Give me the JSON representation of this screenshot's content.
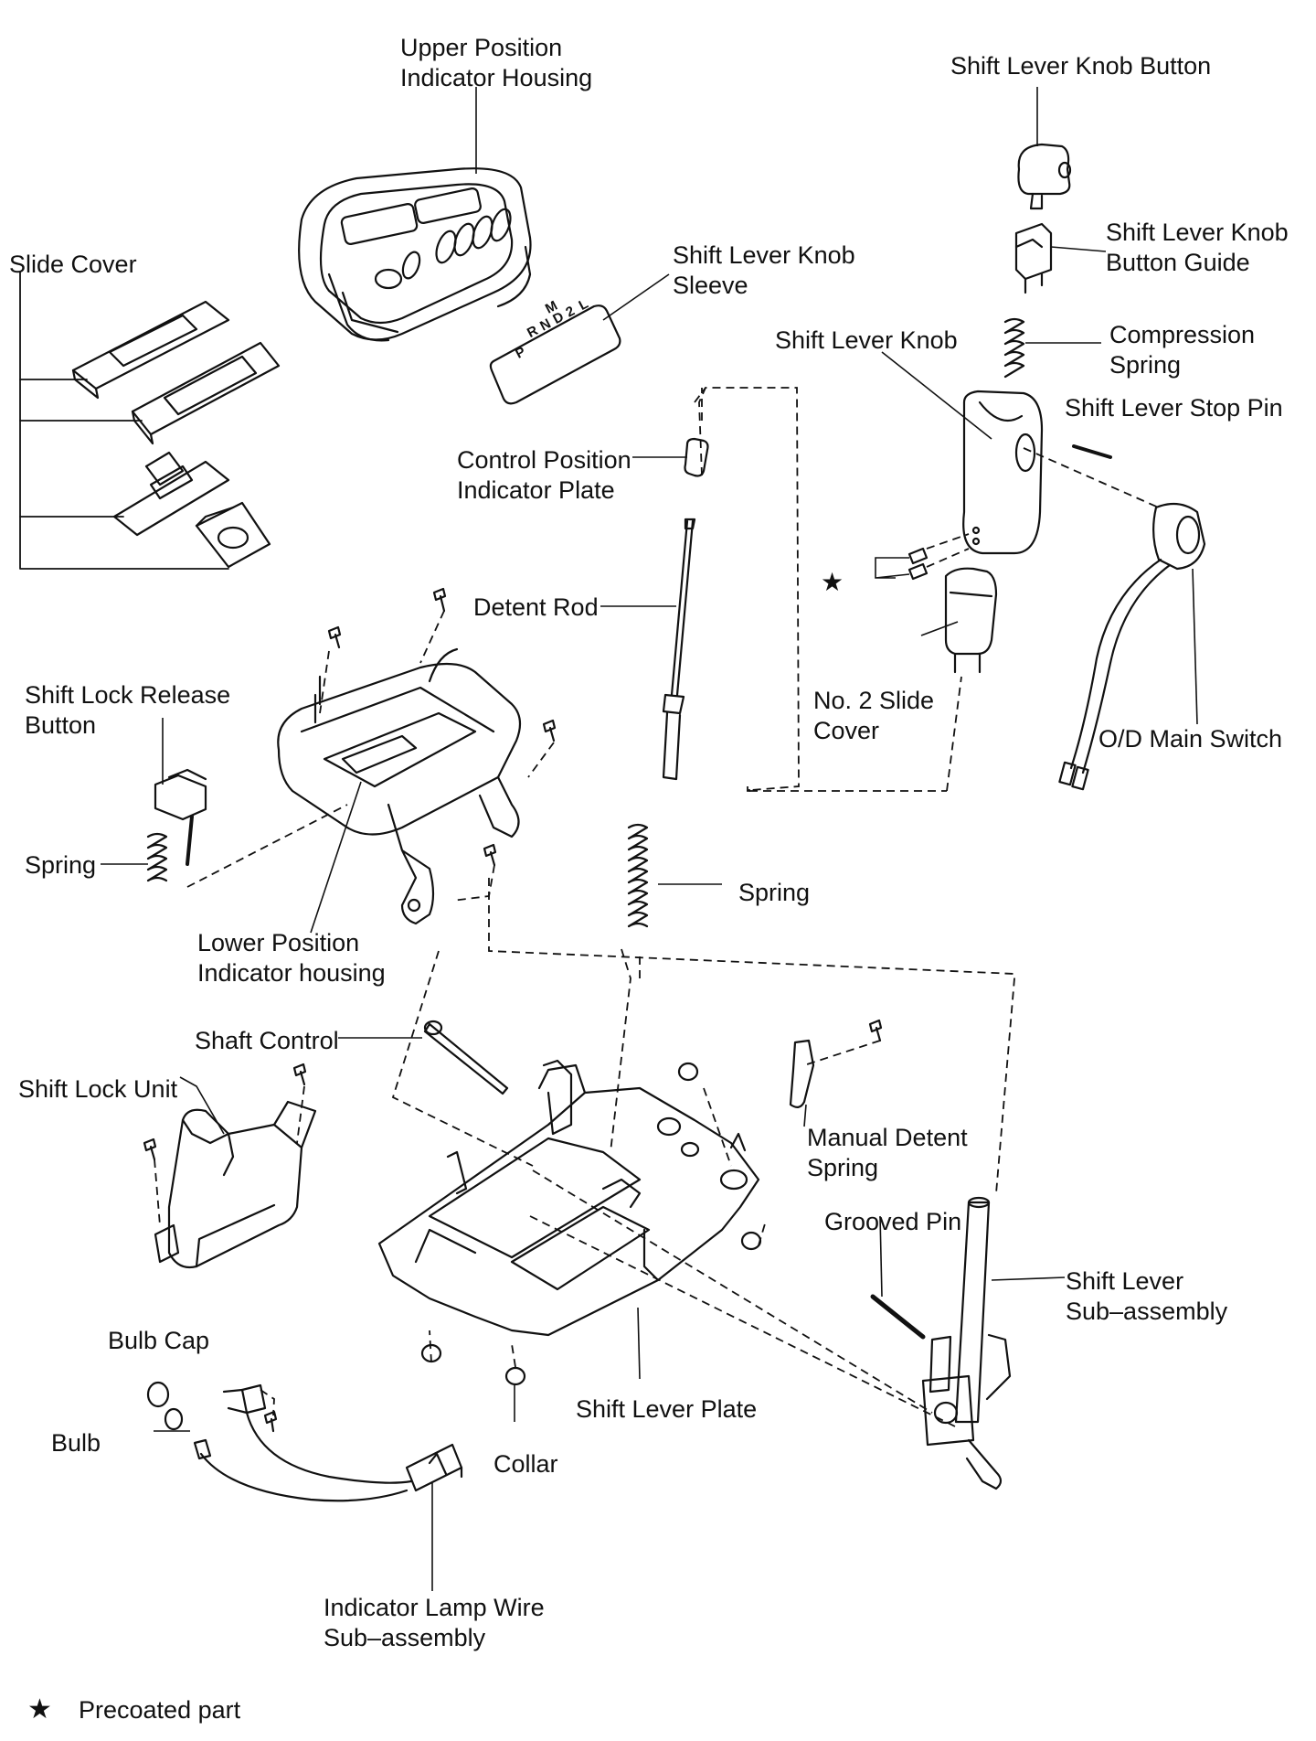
{
  "labels": {
    "upper_housing": [
      "Upper Position",
      "Indicator Housing"
    ],
    "knob_button": [
      "Shift Lever Knob Button"
    ],
    "slide_cover": [
      "Slide Cover"
    ],
    "knob_sleeve": [
      "Shift  Lever  Knob",
      "Sleeve"
    ],
    "knob_button_guide": [
      "Shift Lever Knob",
      "Button Guide"
    ],
    "shift_lever_knob": [
      "Shift Lever Knob"
    ],
    "compression_spring": [
      "Compression",
      "Spring"
    ],
    "stop_pin": [
      "Shift Lever Stop Pin"
    ],
    "control_plate": [
      "Control Position",
      "Indicator Plate"
    ],
    "detent_rod": [
      "Detent Rod"
    ],
    "shift_lock_release": [
      "Shift  Lock  Release",
      "Button"
    ],
    "no2_slide_cover": [
      "No. 2 Slide",
      "Cover"
    ],
    "od_switch": [
      "O/D Main Switch"
    ],
    "spring_left": [
      "Spring"
    ],
    "spring_mid": [
      "Spring"
    ],
    "lower_housing": [
      "Lower Position",
      "Indicator housing"
    ],
    "shaft_control": [
      "Shaft Control"
    ],
    "shift_lock_unit": [
      "Shift Lock Unit"
    ],
    "manual_detent": [
      "Manual Detent",
      "Spring"
    ],
    "grooved_pin": [
      "Grooved Pin"
    ],
    "shift_lever_sub": [
      "Shift Lever",
      "Sub–assembly"
    ],
    "bulb_cap": [
      "Bulb Cap"
    ],
    "bulb": [
      "Bulb"
    ],
    "shift_lever_plate": [
      "Shift Lever Plate"
    ],
    "collar": [
      "Collar"
    ],
    "indicator_wire": [
      "Indicator  Lamp  Wire",
      "Sub–assembly"
    ]
  },
  "legend": {
    "symbol": "★",
    "text": "Precoated part"
  },
  "sleeve_gear_letters": [
    "P",
    "R",
    "N",
    "D",
    "2",
    "L",
    "M"
  ]
}
